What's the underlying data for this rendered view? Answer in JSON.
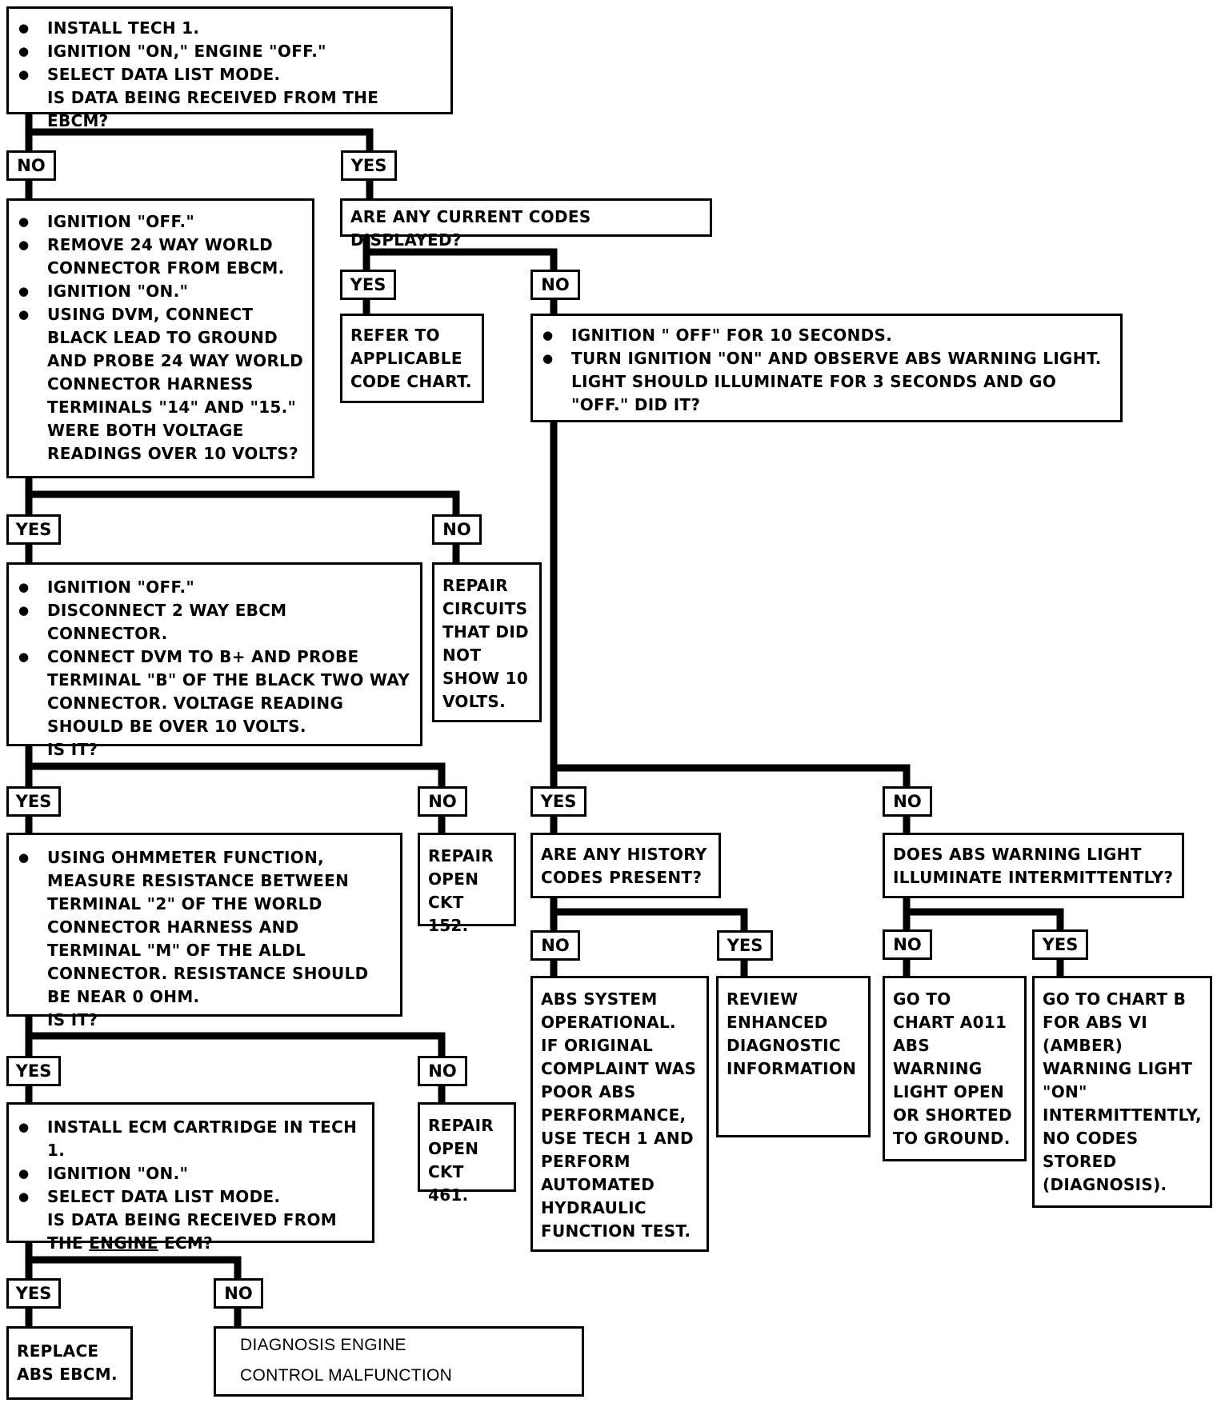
{
  "labels": {
    "yes": "YES",
    "no": "NO"
  },
  "steps": {
    "s1": {
      "bullets": [
        "INSTALL TECH 1.",
        "IGNITION \"ON,\" ENGINE \"OFF.\"",
        "SELECT DATA LIST MODE."
      ],
      "question": "IS DATA BEING RECEIVED FROM THE EBCM?"
    },
    "s2": {
      "bullets": [
        "IGNITION \"OFF.\"",
        "REMOVE 24 WAY WORLD CONNECTOR FROM EBCM.",
        "IGNITION \"ON.\"",
        "USING DVM, CONNECT BLACK LEAD TO GROUND AND PROBE 24 WAY WORLD CONNECTOR HARNESS TERMINALS \"14\" AND \"15.\" WERE BOTH VOLTAGE READINGS OVER 10 VOLTS?"
      ]
    },
    "s3": {
      "text": "ARE ANY CURRENT CODES DISPLAYED?"
    },
    "s4": {
      "text": "REFER TO APPLICABLE CODE CHART."
    },
    "s5": {
      "bullets": [
        "IGNITION \" OFF\" FOR 10 SECONDS.",
        "TURN IGNITION \"ON\" AND OBSERVE ABS WARNING LIGHT. LIGHT SHOULD ILLUMINATE FOR 3 SECONDS AND GO \"OFF.\" DID IT?"
      ]
    },
    "s6": {
      "bullets": [
        "IGNITION \"OFF.\"",
        "DISCONNECT 2 WAY EBCM CONNECTOR.",
        "CONNECT DVM TO B+  AND PROBE TERMINAL \"B\" OF THE BLACK TWO WAY CONNECTOR.  VOLTAGE READING SHOULD BE OVER 10 VOLTS."
      ],
      "question": "IS IT?"
    },
    "s7": {
      "text": "REPAIR CIRCUITS THAT DID NOT SHOW 10 VOLTS."
    },
    "s8": {
      "bullets": [
        "USING OHMMETER FUNCTION, MEASURE RESISTANCE BETWEEN TERMINAL \"2\" OF THE WORLD CONNECTOR HARNESS AND TERMINAL \"M\" OF THE ALDL CONNECTOR. RESISTANCE SHOULD BE NEAR 0 OHM."
      ],
      "question": "IS IT?"
    },
    "s9": {
      "text": "REPAIR OPEN CKT 152."
    },
    "s10": {
      "text": "ARE ANY HISTORY CODES PRESENT?"
    },
    "s11": {
      "text": "DOES ABS WARNING LIGHT ILLUMINATE INTERMITTENTLY?"
    },
    "s12": {
      "bullets": [
        "INSTALL ECM CARTRIDGE IN TECH 1.",
        "IGNITION \"ON.\"",
        "SELECT DATA LIST MODE."
      ],
      "question_pre": "IS DATA BEING RECEIVED FROM THE ",
      "question_underlined": "ENGINE",
      "question_post": " ECM?"
    },
    "s13": {
      "text": "REPAIR OPEN CKT 461."
    },
    "s14": {
      "text": "ABS SYSTEM OPERATIONAL.  IF ORIGINAL COMPLAINT WAS POOR ABS PERFORMANCE, USE TECH 1 AND PERFORM AUTOMATED HYDRAULIC FUNCTION TEST."
    },
    "s15": {
      "text": "REVIEW ENHANCED DIAGNOSTIC INFORMATION"
    },
    "s16": {
      "text": "GO TO CHART A011 ABS WARNING LIGHT OPEN OR SHORTED TO GROUND."
    },
    "s17": {
      "text": "GO TO CHART B FOR ABS VI (AMBER) WARNING LIGHT \"ON\" INTERMITTENTLY, NO CODES STORED (DIAGNOSIS)."
    },
    "s18": {
      "text": "REPLACE ABS EBCM."
    },
    "s19": {
      "line1": "DIAGNOSIS ENGINE",
      "line2": "CONTROL MALFUNCTION"
    }
  }
}
